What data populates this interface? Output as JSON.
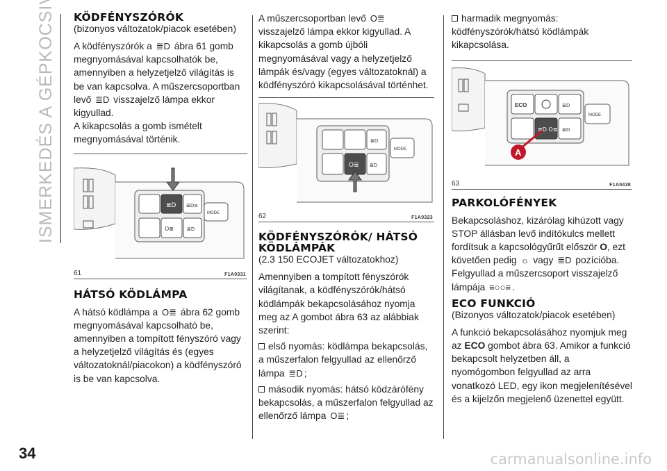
{
  "sidebar_title": "ISMERKEDÉS A GÉPKOCSIVAL",
  "page_number": "34",
  "watermark": "carmanualsonline.info",
  "col1": {
    "h1": "KÖDFÉNYSZÓRÓK",
    "h1_sub": "(bizonyos változatok/piacok esetében)",
    "p1a": "A ködfényszórók a",
    "p1b": "ábra 61 gomb megnyomásával kapcsolhatók be, amennyiben a helyzetjelző világítás is be van kapcsolva. A műszercsoportban levő",
    "p1c": "visszajelző lámpa ekkor kigyullad.",
    "p2": "A kikapcsolás a gomb ismételt megnyomásával történik.",
    "fig_num": "61",
    "fig_code": "F1A0331",
    "h2": "HÁTSÓ KÖDLÁMPA",
    "p3a": "A hátsó ködlámpa a",
    "p3b": "ábra 62 gomb megnyomásával kapcsolható be, amennyiben a tompított fényszóró vagy a helyzetjelző világítás és (egyes változatoknál/piacokon) a ködfényszóró is be van kapcsolva."
  },
  "col2": {
    "p1a": "A műszercsoportban levő",
    "p1b": "visszajelző lámpa ekkor kigyullad. A kikapcsolás a gomb újbóli megnyomásával vagy a helyzetjelző lámpák és/vagy (egyes változatoknál) a ködfényszóró kikapcsolásával történhet.",
    "fig_num": "62",
    "fig_code": "F1A0323",
    "h1": "KÖDFÉNYSZÓRÓK/ HÁTSÓ KÖDLÁMPÁK",
    "h1_sub": "(2.3 150 ECOJET változatokhoz)",
    "p2": "Amennyiben a tompított fényszórók világítanak, a ködfényszórók/hátsó ködlámpák bekapcsolásához nyomja meg az A gombot ábra 63 az alábbiak szerint:",
    "li1a": "első nyomás: ködlámpa bekapcsolás, a műszerfalon felgyullad az ellenőrző lámpa",
    "li1b": ";",
    "li2a": "második nyomás: hátsó ködzárófény bekapcsolás, a műszerfalon felgyullad az ellenőrző lámpa",
    "li2b": ";"
  },
  "col3": {
    "li3": "harmadik megnyomás: ködfényszórók/hátsó ködlámpák kikapcsolása.",
    "fig_num": "63",
    "fig_code": "F1A0438",
    "fig_label": "A",
    "h1": "PARKOLÓFÉNYEK",
    "p1a": "Bekapcsoláshoz, kizárólag kihúzott vagy STOP állásban levő indítókulcs mellett fordítsuk a kapcsológyűrűt először",
    "p1b": "O",
    "p1c": ", ezt követően pedig",
    "p1d": "vagy",
    "p1e": "pozícióba. Felgyullad a műszercsoport visszajelző lámpája",
    "p1f": ".",
    "h2": "ECO FUNKCIÓ",
    "h2_sub": "(Bizonyos változatok/piacok esetében)",
    "p2a": "A funkció bekapcsolásához nyomjuk meg az",
    "p2b": "ECO",
    "p2c": "gombot ábra 63. Amikor a funkció bekapcsolt helyzetben áll, a nyomógombon felgyullad az arra vonatkozó LED, egy ikon megjelenítésével és a kijelzőn megjelenő üzenettel együtt."
  },
  "figure_labels": {
    "mode": "MODE",
    "eco": "ECO"
  },
  "icons": {
    "front_fog": "front-fog-lamp-icon",
    "rear_fog": "rear-fog-lamp-icon",
    "sidelight": "sidelight-icon",
    "parking": "parking-light-icon",
    "checkbox": "checkbox-icon"
  }
}
